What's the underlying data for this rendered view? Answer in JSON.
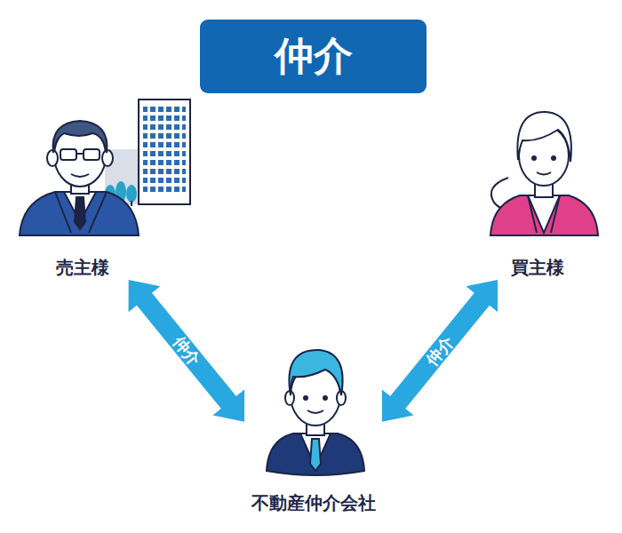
{
  "diagram": {
    "title": "仲介",
    "nodes": [
      {
        "text": [
          "売主様"
        ]
      },
      {
        "text": [
          "買主様"
        ]
      },
      {
        "text": [
          "不動産仲介会社"
        ]
      }
    ],
    "edges": [
      {
        "from": 0,
        "to": 2,
        "label": "仲介",
        "arrow": "both"
      },
      {
        "from": 1,
        "to": 2,
        "label": "仲介",
        "arrow": "both"
      }
    ]
  }
}
